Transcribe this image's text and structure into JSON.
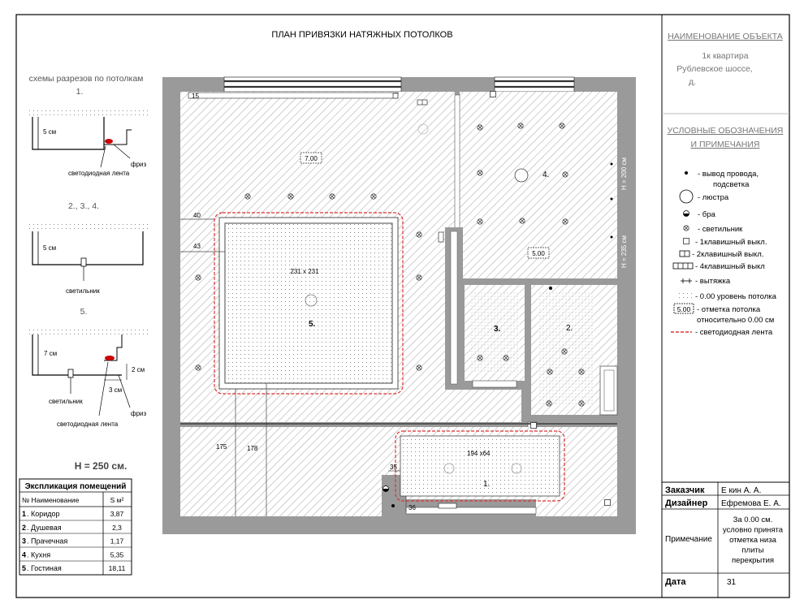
{
  "plan": {
    "title": "ПЛАН ПРИВЯЗКИ НАТЯЖНЫХ ПОТОЛКОВ",
    "room_labels": [
      "1.",
      "2.",
      "3.",
      "4.",
      "5."
    ],
    "level_marks": [
      "7.00",
      "5.00"
    ],
    "ceiling_sizes": [
      "231 x 231",
      "194 x64"
    ],
    "dims": [
      "15",
      "40",
      "43",
      "175",
      "178",
      "35",
      "36"
    ],
    "heights": [
      "H = 200 см",
      "H = 235 см"
    ]
  },
  "sections": {
    "heading": "схемы разрезов по потолкам",
    "s1": {
      "num": "1.",
      "cm": "5 см",
      "friz": "фриз",
      "led": "светодиодная лента"
    },
    "s2": {
      "num": "2., 3., 4.",
      "cm": "5 см",
      "lamp": "светильник"
    },
    "s3": {
      "num": "5.",
      "cm7": "7 см",
      "cm2": "2 см",
      "cm3": "3 см",
      "lamp": "светильник",
      "friz": "фриз",
      "led": "светодиодная лента"
    }
  },
  "height_total": "H = 250 см.",
  "explication": {
    "title": "Экспликация помещений",
    "col_name": "№ Наименование",
    "col_area": "S м²",
    "rows": [
      {
        "num": "1",
        "name": "Коридор",
        "area": "3,87"
      },
      {
        "num": "2",
        "name": "Душевая",
        "area": "2,3"
      },
      {
        "num": "3",
        "name": "Прачечная",
        "area": "1,17"
      },
      {
        "num": "4",
        "name": "Кухня",
        "area": "5,35"
      },
      {
        "num": "5",
        "name": "Гостиная",
        "area": "18,11"
      }
    ]
  },
  "object": {
    "heading": "НАИМЕНОВАНИЕ ОБЪЕКТА",
    "line1": "1к  квартира",
    "line2": "Рублевское шоссе,",
    "line3": "д."
  },
  "legend": {
    "heading1": "УСЛОВНЫЕ ОБОЗНАЧЕНИЯ",
    "heading2": "И ПРИМЕЧАНИЯ",
    "items": [
      "- вывод провода,",
      "подсветка",
      "- люстра",
      "- бра",
      "- светильник",
      "- 1клавишный выкл.",
      "- 2клавишный выкл.",
      "- 4клавишный выкл",
      "- вытяжка",
      "- 0.00 уровень потолка",
      "- отметка потолка",
      "относительно 0.00 см",
      "- светодиодная лента"
    ],
    "mark": "5.00"
  },
  "stamp": {
    "customer_label": "Заказчик",
    "customer_value": "Е        кин А. А.",
    "designer_label": "Дизайнер",
    "designer_value": "Ефремова Е. А.",
    "note_label": "Примечание",
    "note_lines": [
      "За  0.00 см.",
      "условно принята",
      "отметка низа",
      "плиты",
      "перекрытия"
    ],
    "date_label": "Дата",
    "date_value": "31"
  }
}
